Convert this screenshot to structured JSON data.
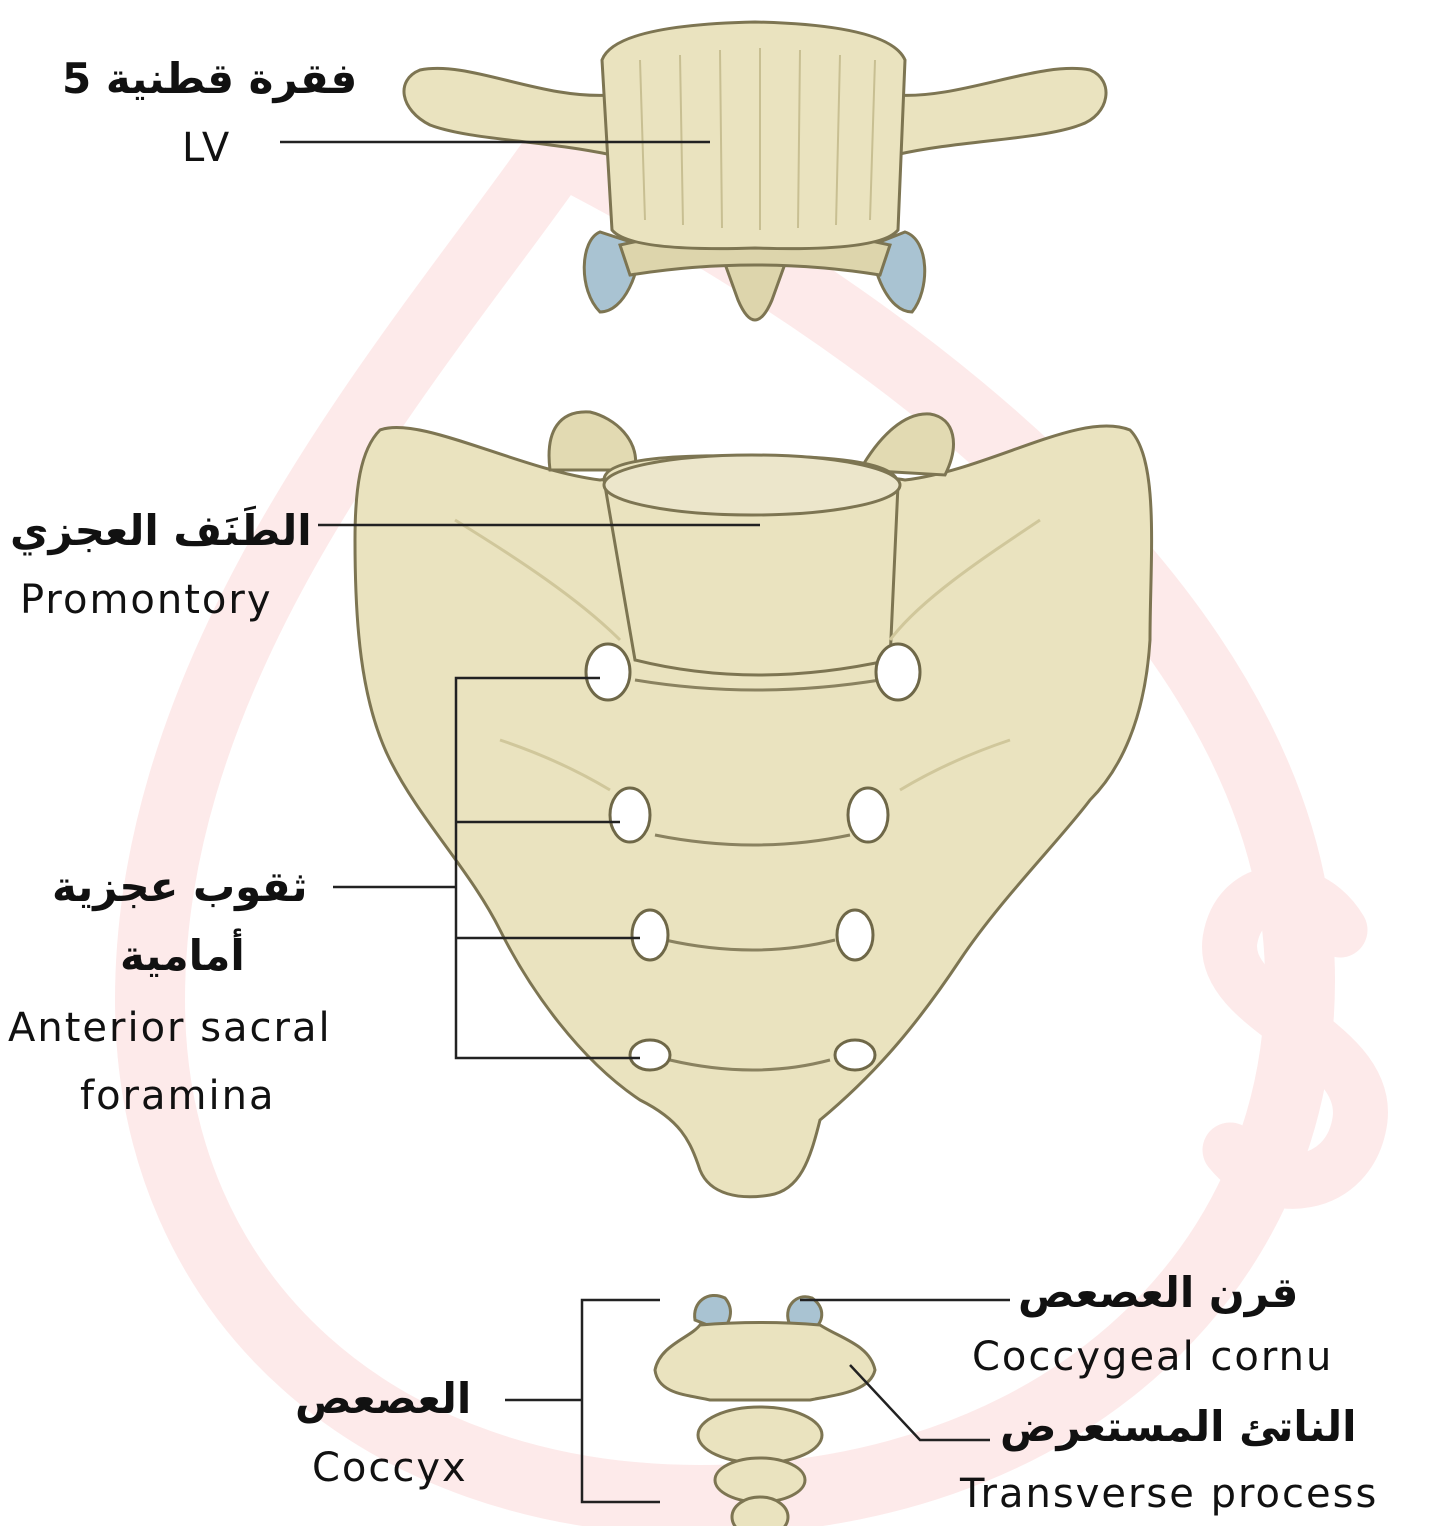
{
  "colors": {
    "bone": "#eae3bf",
    "bone_shade": "#d8cfa2",
    "bone_outline": "#7d7552",
    "cartilage": "#a9c3d2",
    "leader_line": "#222222",
    "watermark": "#fdeaea"
  },
  "watermark_icon": "logo-drop-s-icon",
  "labels": {
    "lv_ar": "فقرة قطنية 5",
    "lv_en": "LV",
    "promontory_ar": "الطَنَف العجزي",
    "promontory_en": "Promontory",
    "foramina_ar_1": "ثقوب عجزية",
    "foramina_ar_2": "أمامية",
    "foramina_en_1": "Anterior sacral",
    "foramina_en_2": "foramina",
    "cornu_ar": "قرن العصعص",
    "cornu_en": "Coccygeal cornu",
    "transverse_ar": "الناتئ المستعرض",
    "transverse_en": "Transverse process",
    "coccyx_ar": "العصعص",
    "coccyx_en": "Coccyx"
  }
}
